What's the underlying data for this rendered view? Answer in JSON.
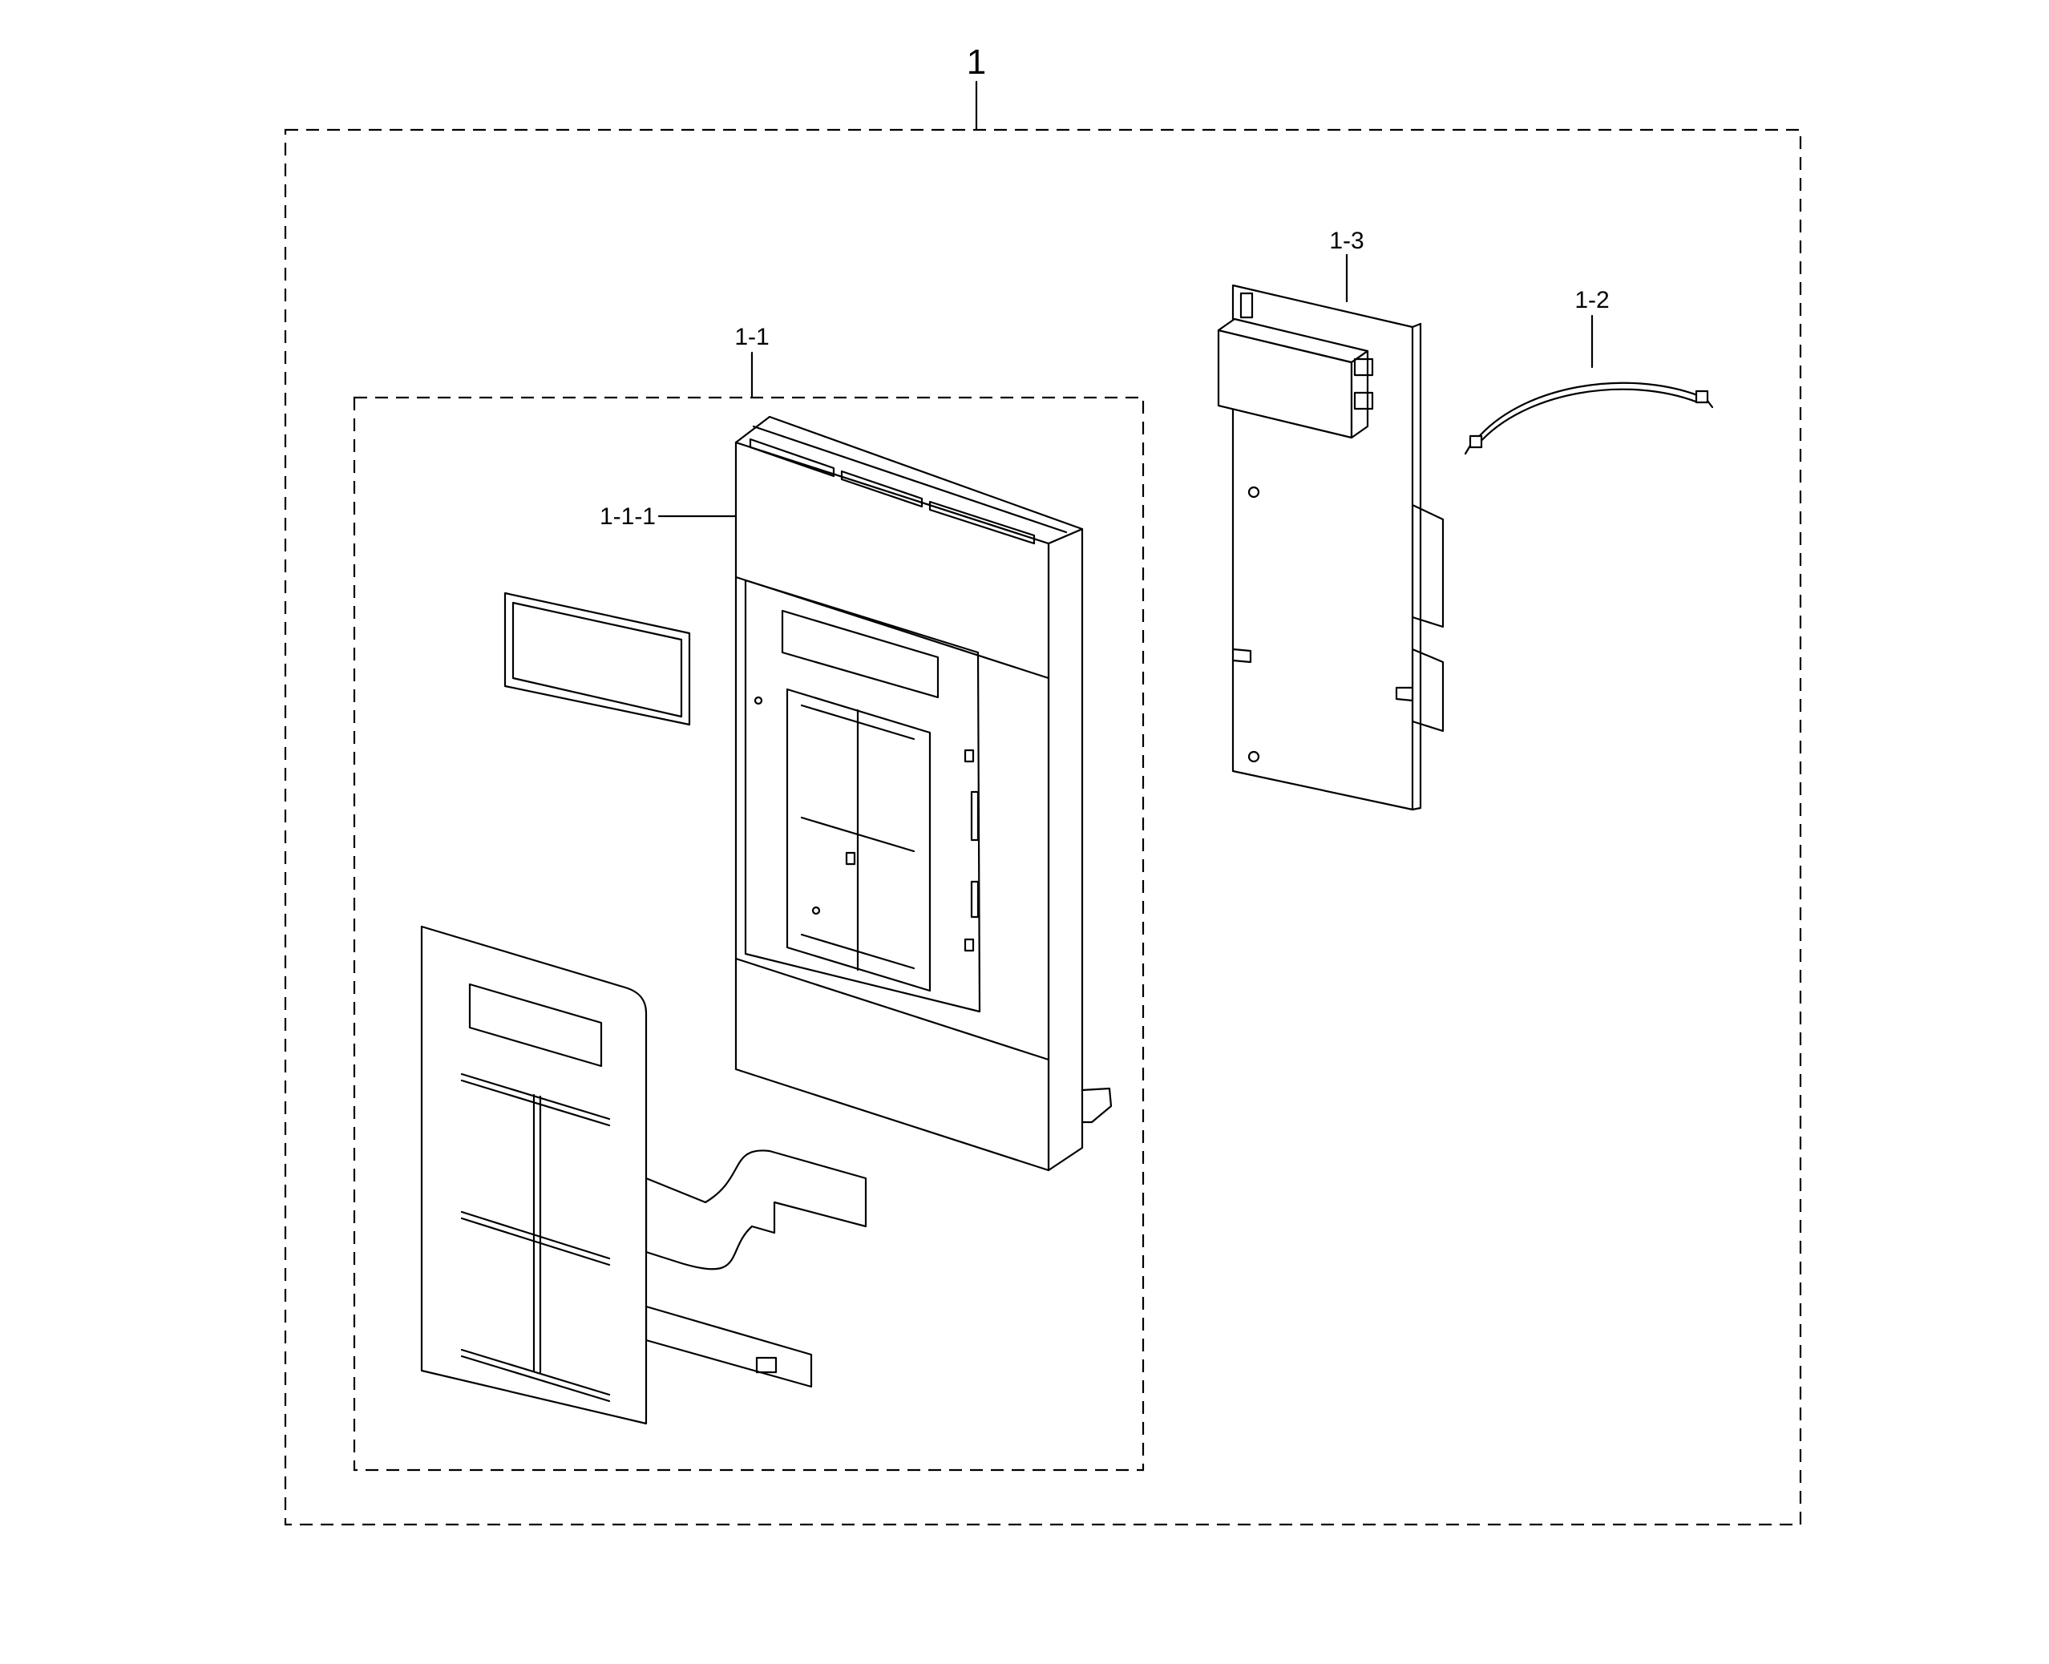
{
  "diagram": {
    "assembly_label": "1",
    "parts": {
      "control_assembly": "1-1",
      "control_panel": "1-1-1",
      "wire_harness": "1-2",
      "pcb": "1-3"
    }
  }
}
